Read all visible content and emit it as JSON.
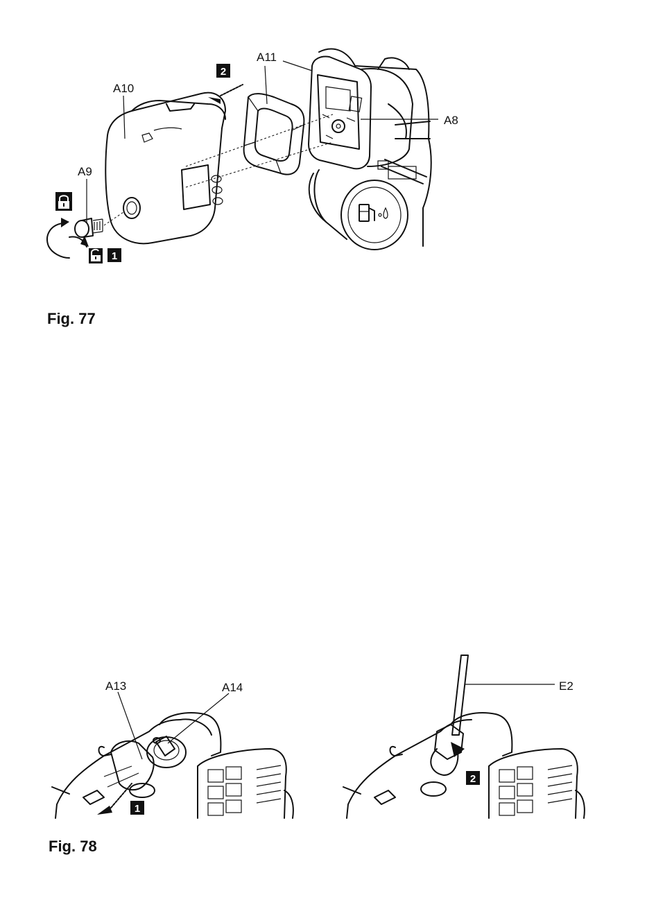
{
  "fig77": {
    "caption": "Fig.  77",
    "labels": {
      "a8": "A8",
      "a9": "A9",
      "a10": "A10",
      "a11": "A11"
    },
    "steps": {
      "step1": "1",
      "step2": "2"
    },
    "icons": [
      "padlock-locked-icon",
      "padlock-unlocked-icon",
      "rotate-arrows-icon",
      "dashed-arrow-icon",
      "fuel-icon"
    ]
  },
  "fig78": {
    "caption": "Fig. 78",
    "labels": {
      "a13": "A13",
      "a14": "A14",
      "e2": "E2"
    },
    "steps": {
      "step1": "1",
      "step2": "2"
    },
    "icons": [
      "dashed-arrow-icon",
      "rotate-arrow-icon",
      "spark-plug-wrench-icon"
    ]
  }
}
